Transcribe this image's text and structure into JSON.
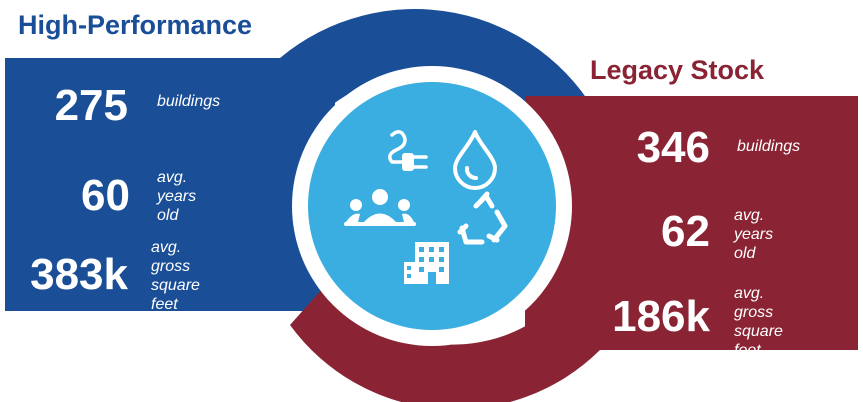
{
  "colors": {
    "high_performance": "#1a4f97",
    "legacy_stock": "#8a2434",
    "center_circle": "#3aaee0",
    "icon": "#ffffff"
  },
  "high_performance": {
    "title": "High-Performance",
    "stats": [
      {
        "value": "275",
        "label": "buildings"
      },
      {
        "value": "60",
        "label": "avg. years\nold"
      },
      {
        "value": "383k",
        "label": "avg. gross\nsquare\nfeet"
      }
    ]
  },
  "legacy_stock": {
    "title": "Legacy Stock",
    "stats": [
      {
        "value": "346",
        "label": "buildings"
      },
      {
        "value": "62",
        "label": "avg. years\nold"
      },
      {
        "value": "186k",
        "label": "avg. gross\nsquare\nfeet"
      }
    ]
  },
  "center_icons": [
    "plug-icon",
    "water-drop-icon",
    "people-icon",
    "recycle-icon",
    "building-icon"
  ]
}
